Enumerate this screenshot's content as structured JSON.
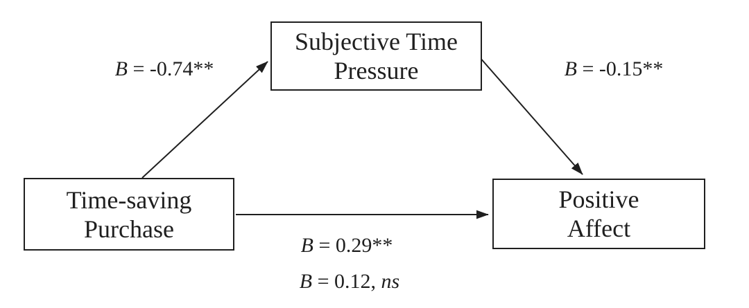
{
  "figure": {
    "background_color": "#ffffff",
    "line_color": "#1f1f1f",
    "text_color": "#1f1f1f",
    "nodes": {
      "predictor": {
        "label": "Time-saving\nPurchase"
      },
      "mediator": {
        "label": "Subjective Time\nPressure"
      },
      "outcome": {
        "label": "Positive\nAffect"
      }
    },
    "path_labels": {
      "a_path": {
        "coefficient_symbol": "B",
        "value_text": " = -0.74**"
      },
      "b_path": {
        "coefficient_symbol": "B",
        "value_text": " = -0.15**"
      },
      "total_effect": {
        "coefficient_symbol": "B",
        "value_text": " = 0.29**"
      },
      "direct_effect": {
        "coefficient_symbol": "B",
        "value_text": " = 0.12, ",
        "ns_text": "ns"
      }
    }
  }
}
